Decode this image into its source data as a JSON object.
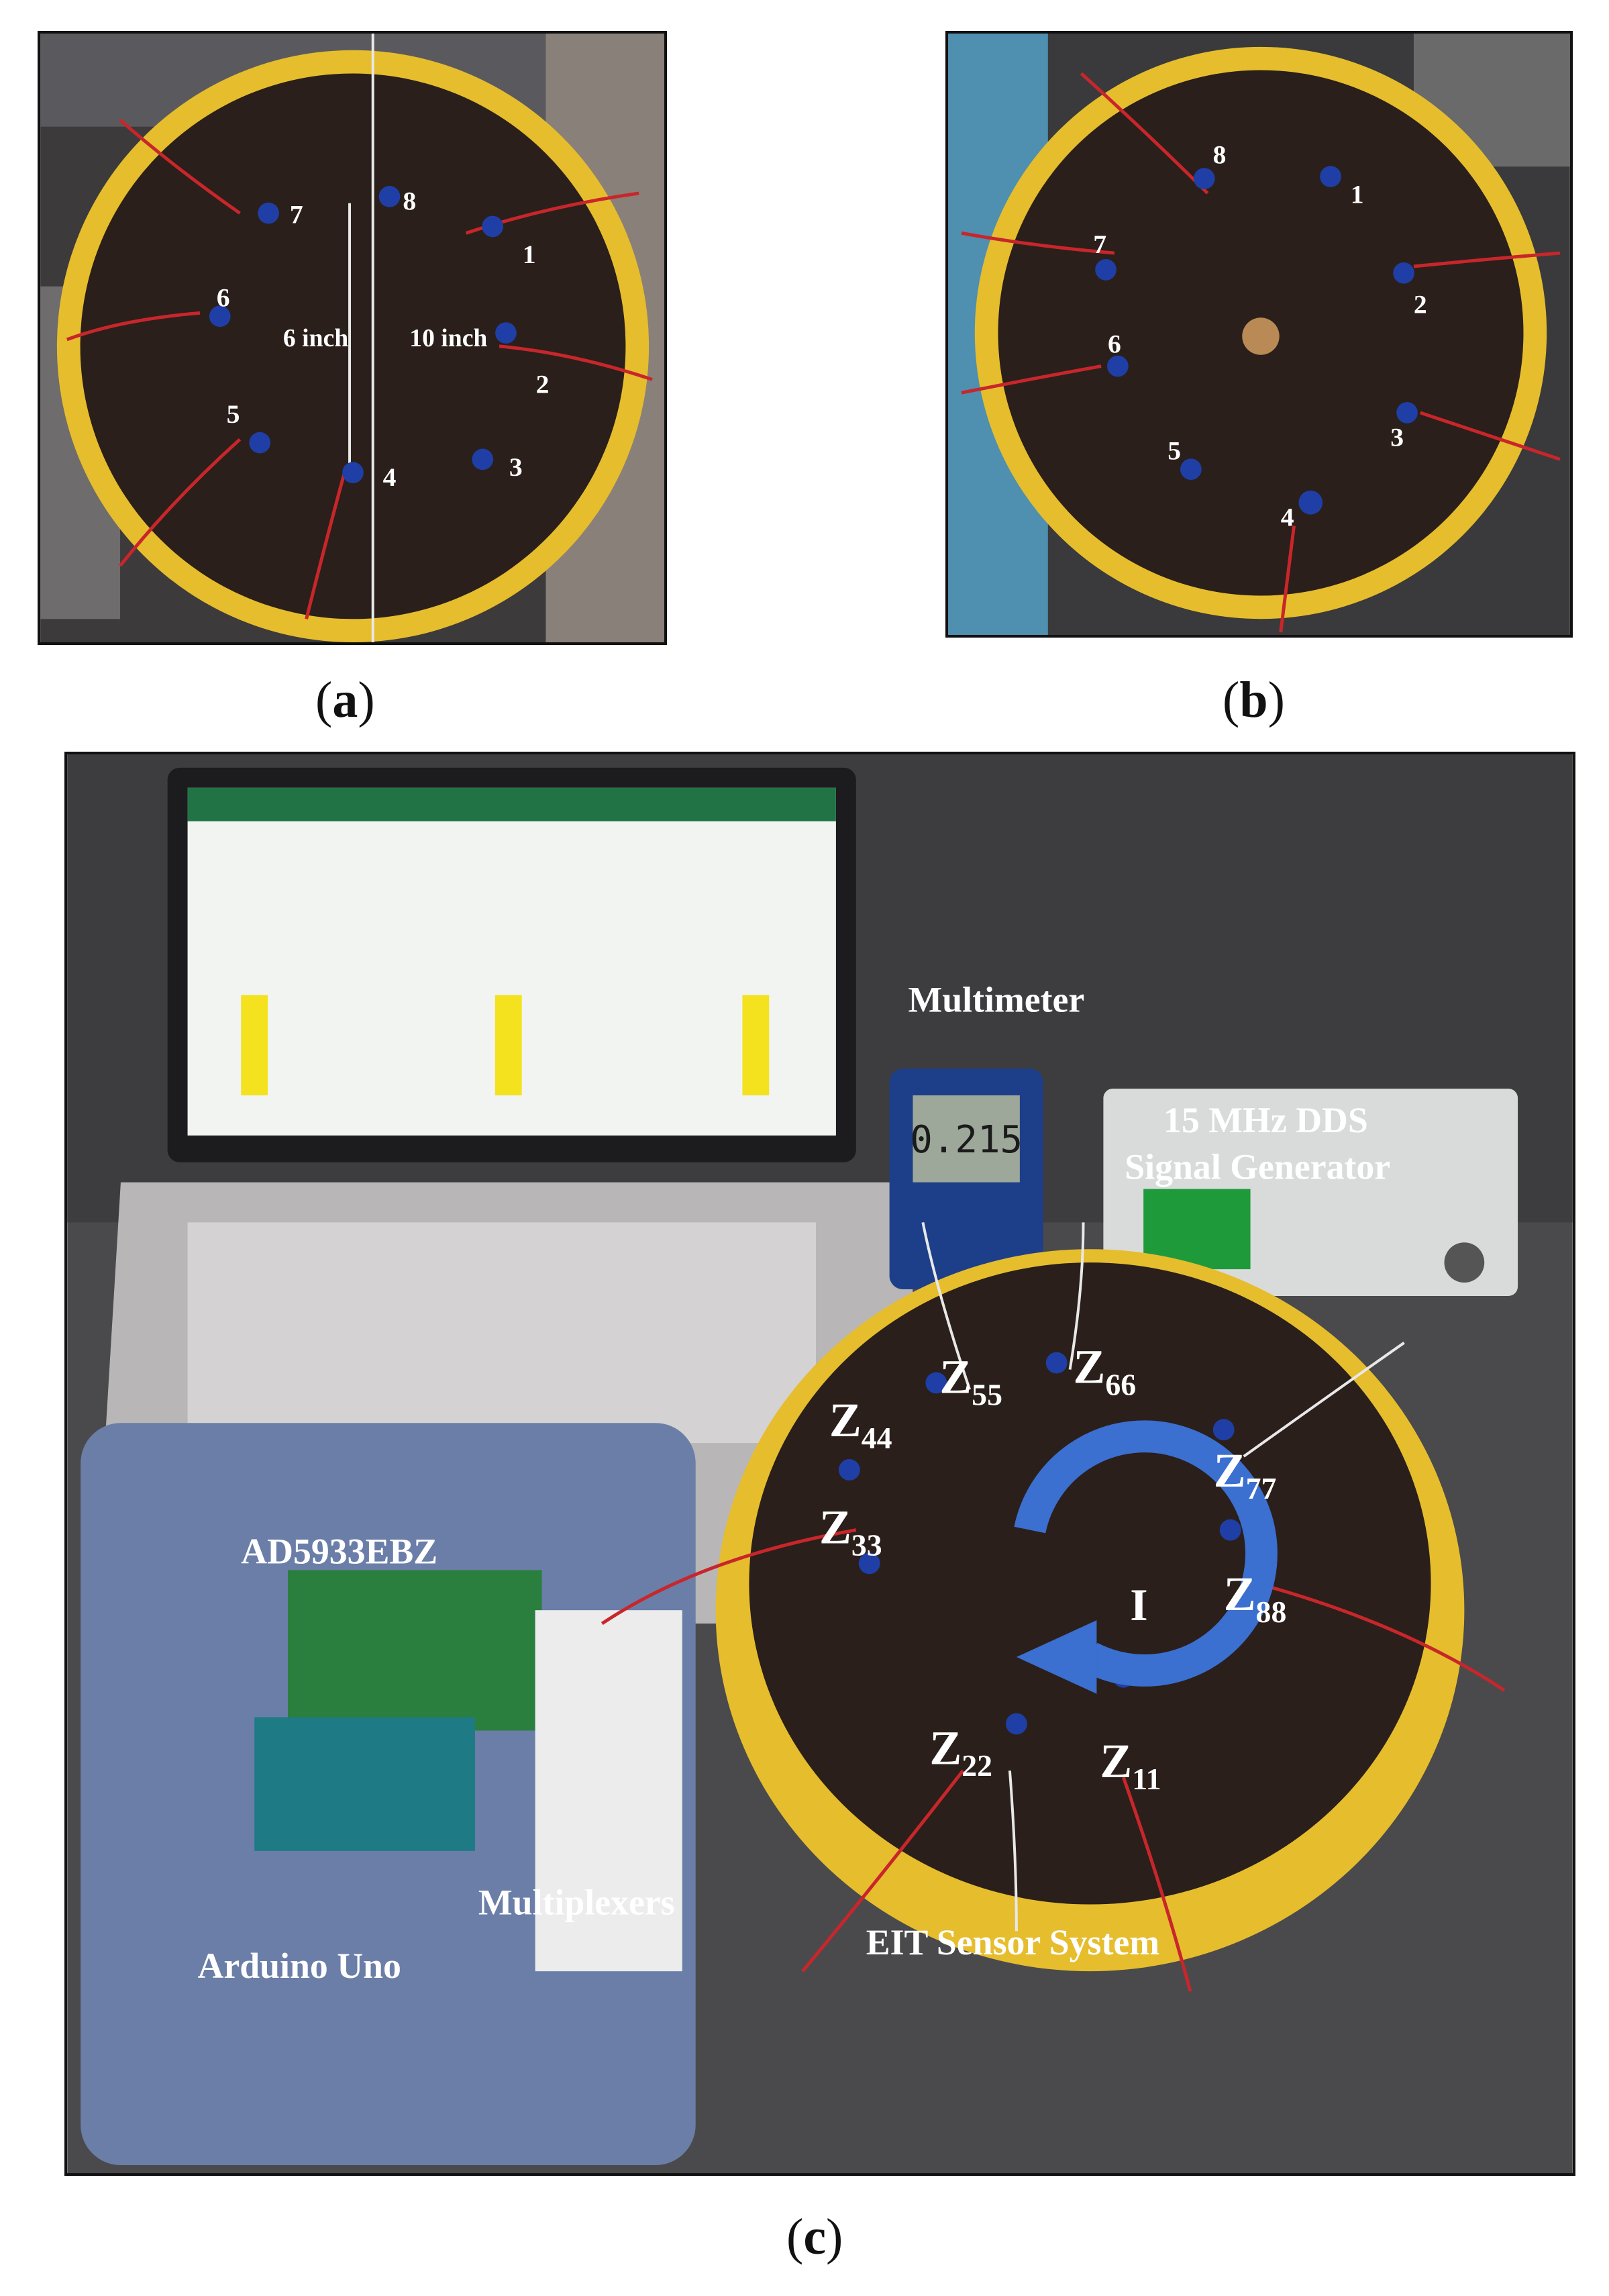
{
  "panels": {
    "a": {
      "caption_letter": "a",
      "electrodes": [
        "1",
        "2",
        "3",
        "4",
        "5",
        "6",
        "7",
        "8"
      ],
      "dimension_inner": "6 inch",
      "dimension_outer": "10 inch"
    },
    "b": {
      "caption_letter": "b",
      "electrodes": [
        "1",
        "2",
        "3",
        "4",
        "5",
        "6",
        "7",
        "8"
      ]
    },
    "c": {
      "caption_letter": "c",
      "labels": {
        "multimeter": "Multimeter",
        "generator_line1": "15 MHz DDS",
        "generator_line2": "Signal Generator",
        "ad5933": "AD5933EBZ",
        "multiplexers": "Multiplexers",
        "arduino": "Arduino Uno",
        "eit": "EIT Sensor System",
        "current": "I",
        "multimeter_reading": "0.215"
      },
      "impedances": [
        {
          "main": "Z",
          "sub": "11"
        },
        {
          "main": "Z",
          "sub": "22"
        },
        {
          "main": "Z",
          "sub": "33"
        },
        {
          "main": "Z",
          "sub": "44"
        },
        {
          "main": "Z",
          "sub": "55"
        },
        {
          "main": "Z",
          "sub": "66"
        },
        {
          "main": "Z",
          "sub": "77"
        },
        {
          "main": "Z",
          "sub": "88"
        }
      ]
    }
  },
  "colors": {
    "soil": "#2a1f1a",
    "pot_yellow": "#e9c534",
    "electrode_blue": "#1f3fa6",
    "arrow_blue": "#3b6fd0",
    "wire_red": "#c8262b"
  }
}
